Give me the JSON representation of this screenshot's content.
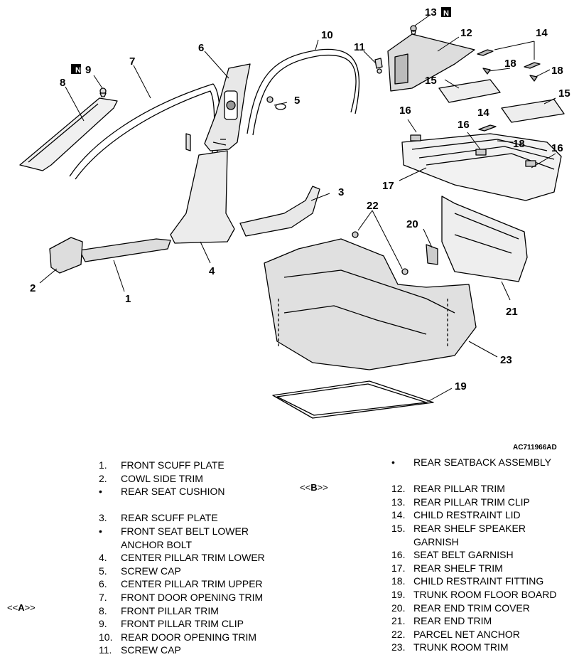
{
  "callouts": [
    "1",
    "2",
    "3",
    "4",
    "5",
    "6",
    "7",
    "8",
    "9",
    "10",
    "11",
    "12",
    "13",
    "14",
    "14",
    "15",
    "15",
    "16",
    "16",
    "16",
    "17",
    "18",
    "18",
    "18",
    "19",
    "20",
    "21",
    "22",
    "23"
  ],
  "n_badge": "N",
  "ref_code": "AC711966AD",
  "markers": {
    "a": "A",
    "b": "B",
    "open": "<<",
    "close": ">>"
  },
  "legend_left": [
    {
      "num": "1.",
      "text": "FRONT SCUFF PLATE"
    },
    {
      "num": "2.",
      "text": "COWL SIDE TRIM"
    },
    {
      "num": "•",
      "text": "REAR SEAT CUSHION"
    },
    {
      "num": "",
      "text": ""
    },
    {
      "num": "3.",
      "text": "REAR SCUFF PLATE"
    },
    {
      "num": "•",
      "text": "FRONT SEAT BELT LOWER"
    },
    {
      "num": "",
      "text": "ANCHOR BOLT"
    },
    {
      "num": "4.",
      "text": "CENTER PILLAR TRIM LOWER"
    },
    {
      "num": "5.",
      "text": "SCREW CAP"
    },
    {
      "num": "6.",
      "text": "CENTER PILLAR TRIM UPPER"
    },
    {
      "num": "7.",
      "text": "FRONT DOOR OPENING TRIM"
    },
    {
      "num": "8.",
      "text": "FRONT PILLAR TRIM"
    },
    {
      "num": "9.",
      "text": "FRONT PILLAR TRIM CLIP"
    },
    {
      "num": "10.",
      "text": "REAR DOOR OPENING TRIM"
    },
    {
      "num": "11.",
      "text": "SCREW CAP"
    }
  ],
  "legend_right": [
    {
      "num": "•",
      "text": "REAR SEATBACK ASSEMBLY"
    },
    {
      "num": "",
      "text": ""
    },
    {
      "num": "12.",
      "text": "REAR PILLAR TRIM"
    },
    {
      "num": "13.",
      "text": "REAR PILLAR TRIM CLIP"
    },
    {
      "num": "14.",
      "text": "CHILD RESTRAINT LID"
    },
    {
      "num": "15.",
      "text": "REAR SHELF SPEAKER"
    },
    {
      "num": "",
      "text": "GARNISH"
    },
    {
      "num": "16.",
      "text": "SEAT BELT GARNISH"
    },
    {
      "num": "17.",
      "text": "REAR SHELF TRIM"
    },
    {
      "num": "18.",
      "text": "CHILD RESTRAINT FITTING"
    },
    {
      "num": "19.",
      "text": "TRUNK ROOM FLOOR BOARD"
    },
    {
      "num": "20.",
      "text": "REAR END TRIM COVER"
    },
    {
      "num": "21.",
      "text": "REAR END TRIM"
    },
    {
      "num": "22.",
      "text": "PARCEL NET ANCHOR"
    },
    {
      "num": "23.",
      "text": "TRUNK ROOM TRIM"
    }
  ]
}
